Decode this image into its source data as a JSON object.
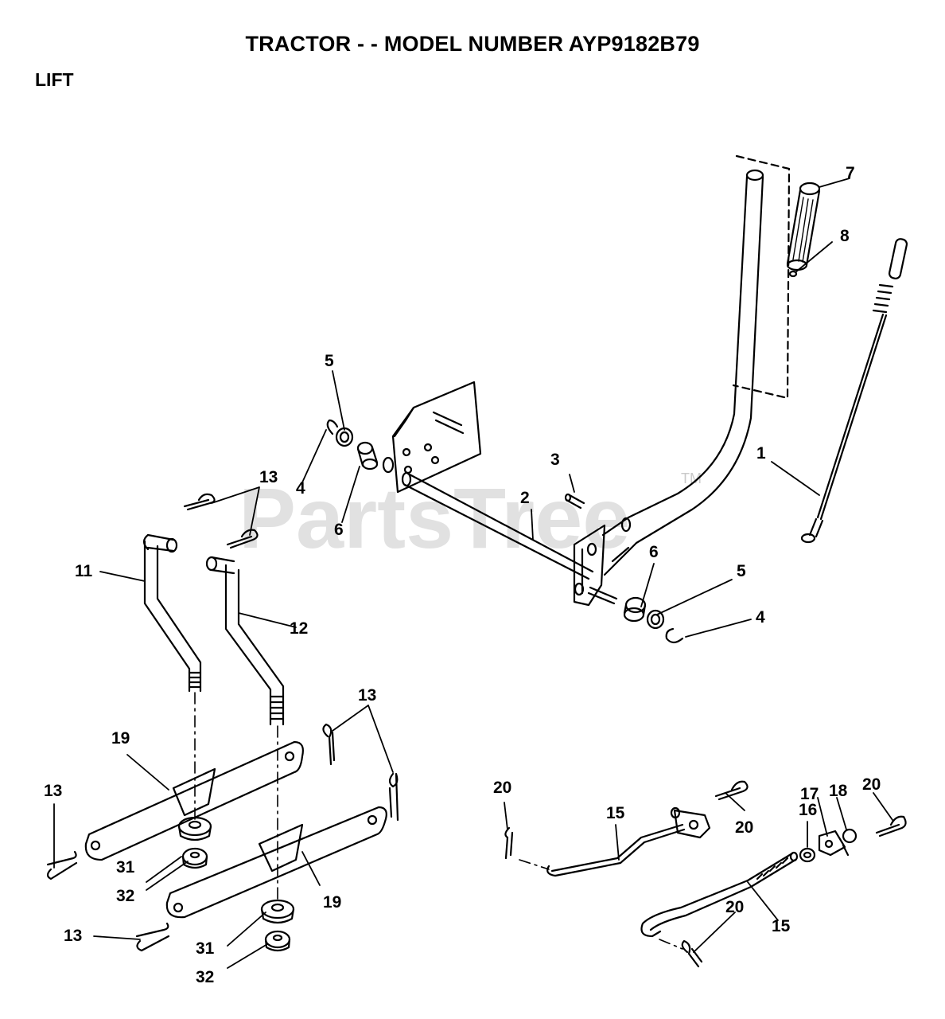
{
  "header": {
    "title": "TRACTOR - - MODEL NUMBER AYP9182B79",
    "section": "LIFT"
  },
  "watermark": {
    "text": "PartsTree",
    "tm": "TM"
  },
  "callouts": {
    "c1": "1",
    "c2": "2",
    "c3": "3",
    "c4a": "4",
    "c4b": "4",
    "c5a": "5",
    "c5b": "5",
    "c6a": "6",
    "c6b": "6",
    "c7": "7",
    "c8": "8",
    "c11": "11",
    "c12": "12",
    "c13a": "13",
    "c13b": "13",
    "c13c": "13",
    "c13d": "13",
    "c15a": "15",
    "c15b": "15",
    "c16": "16",
    "c17": "17",
    "c18": "18",
    "c19a": "19",
    "c19b": "19",
    "c20a": "20",
    "c20b": "20",
    "c20c": "20",
    "c20d": "20",
    "c31a": "31",
    "c31b": "31",
    "c32a": "32",
    "c32b": "32"
  }
}
